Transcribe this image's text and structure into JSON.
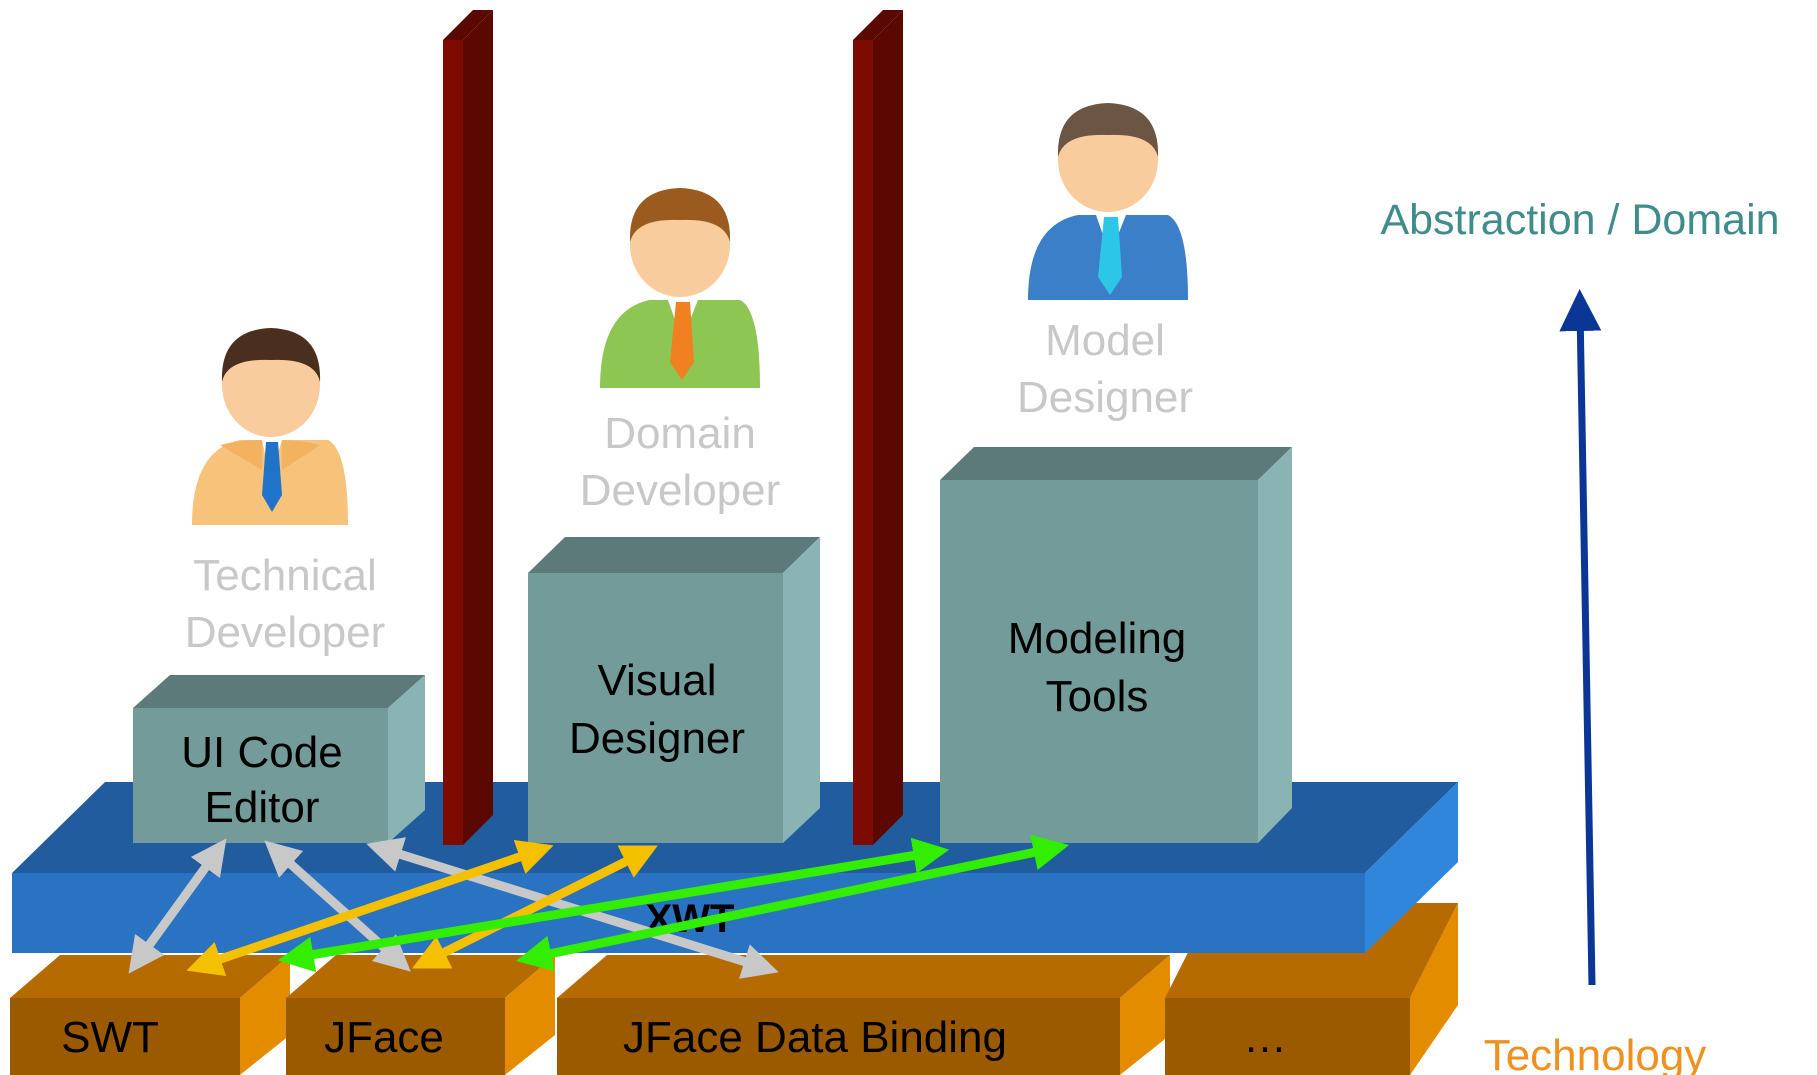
{
  "roles": {
    "technical": {
      "line1": "Technical",
      "line2": "Developer"
    },
    "domain": {
      "line1": "Domain",
      "line2": "Developer"
    },
    "model": {
      "line1": "Model",
      "line2": "Designer"
    }
  },
  "tools": {
    "ui_code_editor": {
      "line1": "UI Code",
      "line2": "Editor"
    },
    "visual_designer": {
      "line1": "Visual",
      "line2": "Designer"
    },
    "modeling_tools": {
      "line1": "Modeling",
      "line2": "Tools"
    }
  },
  "platform": {
    "label": "XWT"
  },
  "technologies": [
    {
      "label": "SWT"
    },
    {
      "label": "JFace"
    },
    {
      "label": "JFace Data Binding"
    },
    {
      "label": "…"
    }
  ],
  "axis": {
    "top_label": "Abstraction / Domain",
    "bottom_label": "Technology"
  },
  "colors": {
    "role_text": "#c8c8c8",
    "box_face": "#739b9a",
    "box_top": "#5c7a79",
    "box_side": "#8ab4b3",
    "platform_face": "#2a73c2",
    "platform_top": "#215d9e",
    "platform_side": "#2f86db",
    "tech_face": "#9c5a00",
    "tech_top": "#b66b00",
    "tech_side": "#e38c00",
    "pillar": "#7e0b00",
    "arrow_grey": "#c8c8c8",
    "arrow_yellow": "#f5c000",
    "arrow_green": "#33ee00",
    "axis_arrow": "#0a3695",
    "axis_top_text": "#3f8c8a",
    "axis_bottom_text": "#f0901e"
  }
}
